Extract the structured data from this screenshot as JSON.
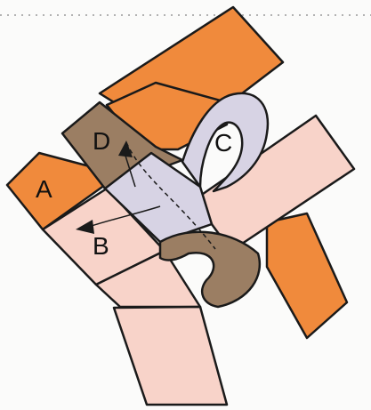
{
  "labels": {
    "a": "A",
    "b": "B",
    "c": "C",
    "d": "D"
  },
  "colors": {
    "orange": "#f08a3c",
    "pink": "#f8d3c9",
    "brown": "#9b7e63",
    "lavender": "#d7d3e4",
    "outline": "#1a1a1a"
  }
}
